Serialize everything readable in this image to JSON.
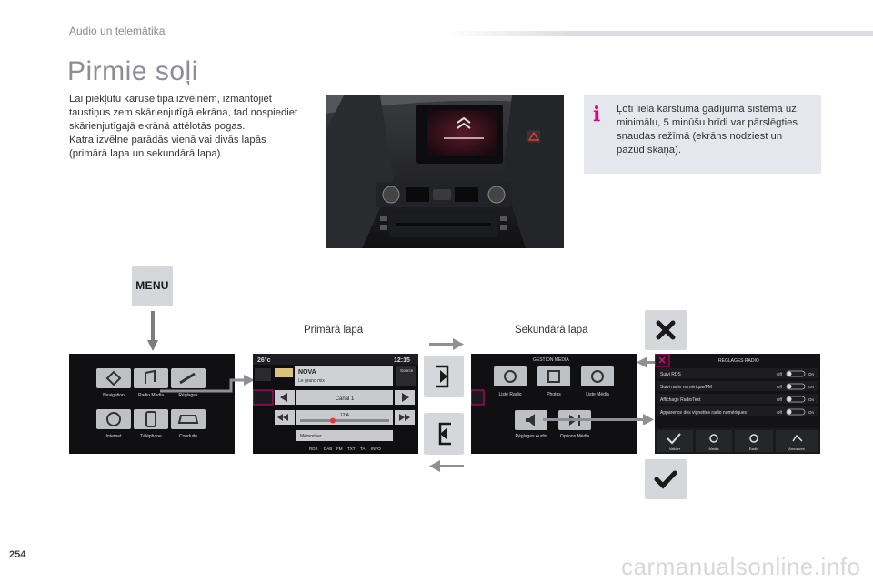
{
  "header": {
    "section_title": "Audio un telemātika"
  },
  "page": {
    "title": "Pirmie soļi",
    "number": "254"
  },
  "intro": {
    "paragraph1": "Lai piekļūtu karuseļtipa izvēlnēm, izmantojiet taustiņus zem skārienjutīgā ekrāna, tad nospiediet skārienjutīgajā ekrānā attēlotās pogas.",
    "paragraph2": "Katra izvēlne parādās vienā vai divās lapās (primārā lapa un sekundārā lapa)."
  },
  "info_note": {
    "icon": "info-icon",
    "text": "Ļoti liela karstuma gadījumā sistēma uz minimālu, 5 minūšu brīdi var pārslēgties snaudas režīmā (ekrāns nodziest un pazūd skaņa)."
  },
  "menu_key": {
    "label": "MENU"
  },
  "labels": {
    "primary_page": "Primārā lapa",
    "secondary_page": "Sekundārā lapa"
  },
  "screen_main_menu": {
    "items": [
      "Navigation",
      "Radio Media",
      "Réglages",
      "Internet",
      "Téléphone",
      "Conduite"
    ]
  },
  "screen_radio_primary": {
    "temperature": "26°c",
    "time": "12:15",
    "station": "NOVA",
    "song": "Le grand mix",
    "channel": "Canal 1",
    "frequency": "12 A",
    "memorise": "Mémoriser",
    "source": "Source",
    "bottom_bar": [
      "RDS",
      "DAB",
      "FM",
      "TXT",
      "TA",
      "INFO"
    ]
  },
  "screen_media_secondary": {
    "title": "GESTION MEDIA",
    "items": [
      "Liste Radio",
      "Photos",
      "Liste Média",
      "Réglages Audio",
      "Options Média"
    ]
  },
  "screen_settings": {
    "title": "REGLAGES RADIO",
    "rows": [
      "Suivi RDS",
      "Suivi radio numérique/FM",
      "Affichage RadioText",
      "Apparence des vignettes radio numériques"
    ],
    "off_label": "Off",
    "on_label": "On",
    "bottom_tabs": [
      "Valider",
      "Media",
      "Radio",
      "Annonces"
    ]
  },
  "colors": {
    "accent": "#e5007e",
    "key_grey": "#d6d7db",
    "info_bg": "#e6e7ec",
    "title_grey": "#8d8d95"
  },
  "footer": {
    "watermark": "carmanualsonline.info"
  }
}
